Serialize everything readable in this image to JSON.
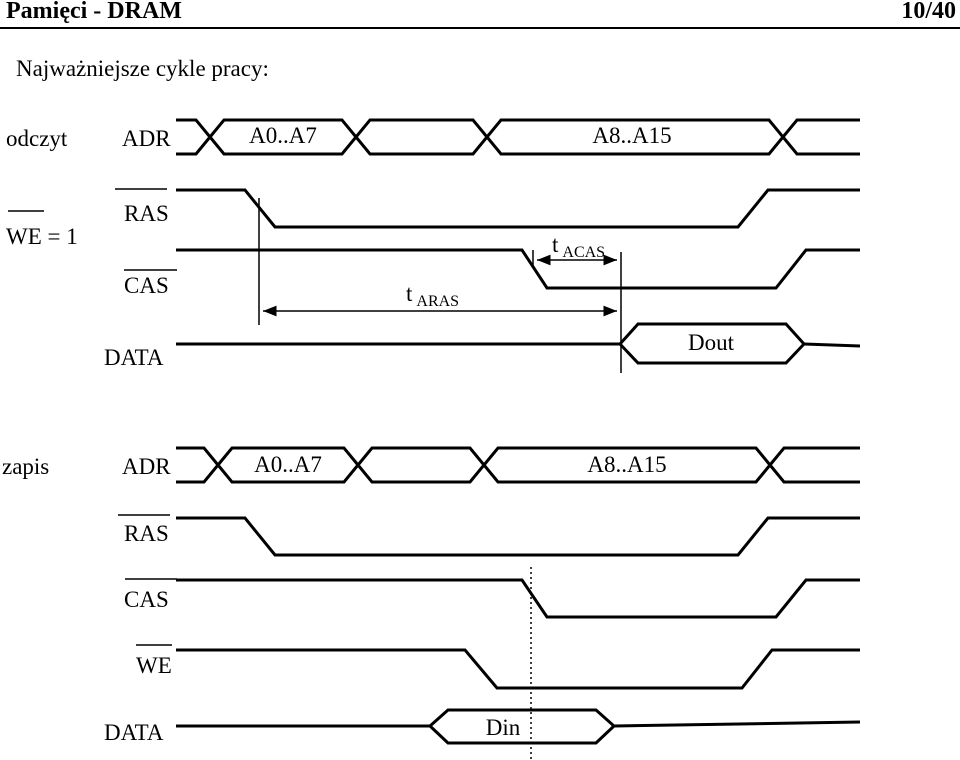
{
  "header": {
    "title": "Pamięci - DRAM",
    "page": "10/40"
  },
  "subtitle": "Najważniejsze cykle pracy:",
  "read": {
    "label": "odczyt",
    "condition_signal": "WE",
    "condition_value": " = 1",
    "signals": {
      "adr": "ADR",
      "ras": "RAS",
      "cas": "CAS",
      "data": "DATA"
    },
    "bus": {
      "first": "A0..A7",
      "second": "A8..A15"
    },
    "data_value": "Dout",
    "timing_acas": {
      "t": "t",
      "sub": "ACAS"
    },
    "timing_aras": {
      "t": "t",
      "sub": "ARAS"
    }
  },
  "write": {
    "label": "zapis",
    "signals": {
      "adr": "ADR",
      "ras": "RAS",
      "cas": "CAS",
      "we": "WE",
      "data": "DATA"
    },
    "bus": {
      "first": "A0..A7",
      "second": "A8..A15"
    },
    "data_value": "Din"
  }
}
